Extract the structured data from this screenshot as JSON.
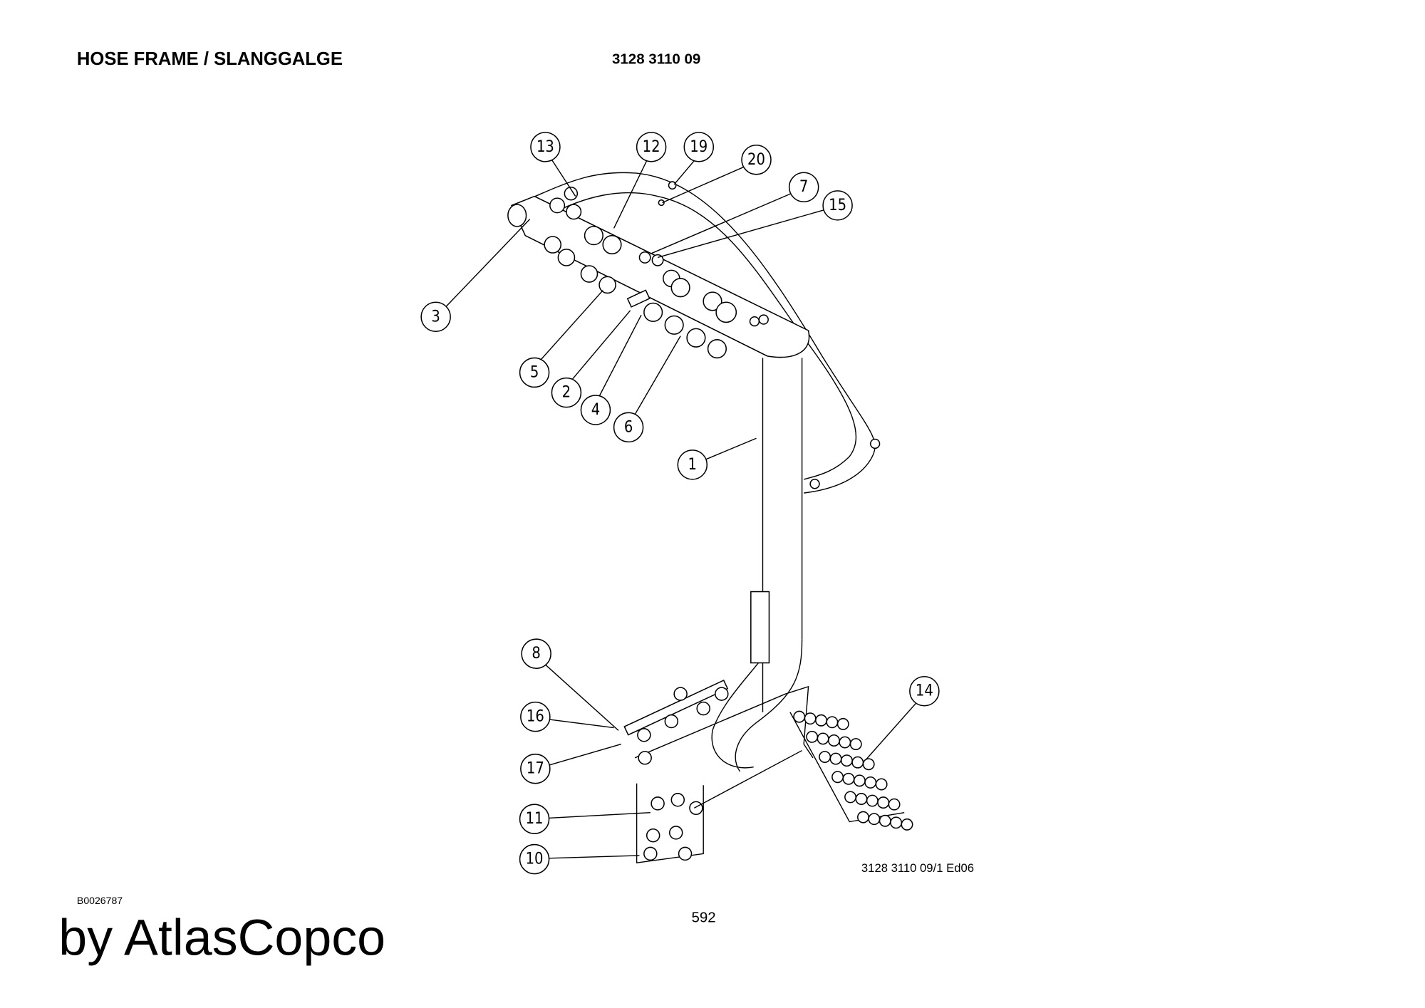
{
  "header": {
    "title": "HOSE FRAME / SLANGGALGE",
    "part_number": "3128 3110 09"
  },
  "drawing": {
    "reference": "3128 3110 09/1 Ed06",
    "callouts": [
      "13",
      "12",
      "19",
      "20",
      "7",
      "15",
      "3",
      "5",
      "2",
      "4",
      "6",
      "1",
      "8",
      "16",
      "17",
      "11",
      "10",
      "14"
    ]
  },
  "footer": {
    "doc_id": "B0026787",
    "page_number": "592",
    "watermark": "by AtlasCopco"
  }
}
